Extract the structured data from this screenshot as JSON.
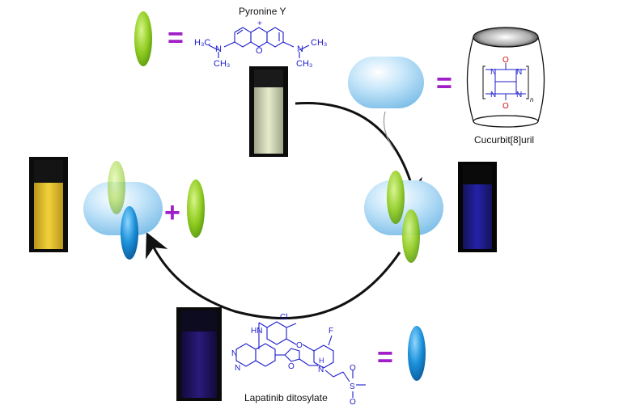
{
  "labels": {
    "pyronine": "Pyronine Y",
    "cucurbituril": "Cucurbit[8]uril",
    "lapatinib": "Lapatinib ditosylate"
  },
  "symbols": {
    "equals": "=",
    "plus": "+"
  },
  "chem": {
    "pyronine_left_n": "N",
    "pyronine_left_h3c": "H₃C",
    "pyronine_left_ch3": "CH₃",
    "pyronine_right_n": "N",
    "pyronine_right_ch3_top": "CH₃",
    "pyronine_right_ch3_bottom": "CH₃",
    "pyronine_o": "O",
    "pyronine_charge": "+",
    "cb_o_top": "O",
    "cb_o_bottom": "O",
    "cb_n1": "N",
    "cb_n2": "N",
    "cb_n3": "N",
    "cb_n4": "N",
    "cb_subscript": "n",
    "lap_hn": "HN",
    "lap_cl": "Cl",
    "lap_o": "O",
    "lap_f": "F",
    "lap_n1": "N",
    "lap_n2": "N",
    "lap_o_furan": "O",
    "lap_nh": "H",
    "lap_n_amine": "N",
    "lap_s": "S",
    "lap_o_s1": "O",
    "lap_o_s2": "O"
  },
  "colors": {
    "green_dye": "#8bc81e",
    "host_blue": "#a9d6f2",
    "drug_blue": "#1a8fd8",
    "equals_purple": "#a020c8",
    "chem_blue": "#1d1dcc",
    "oxygen_red": "#d01010"
  }
}
